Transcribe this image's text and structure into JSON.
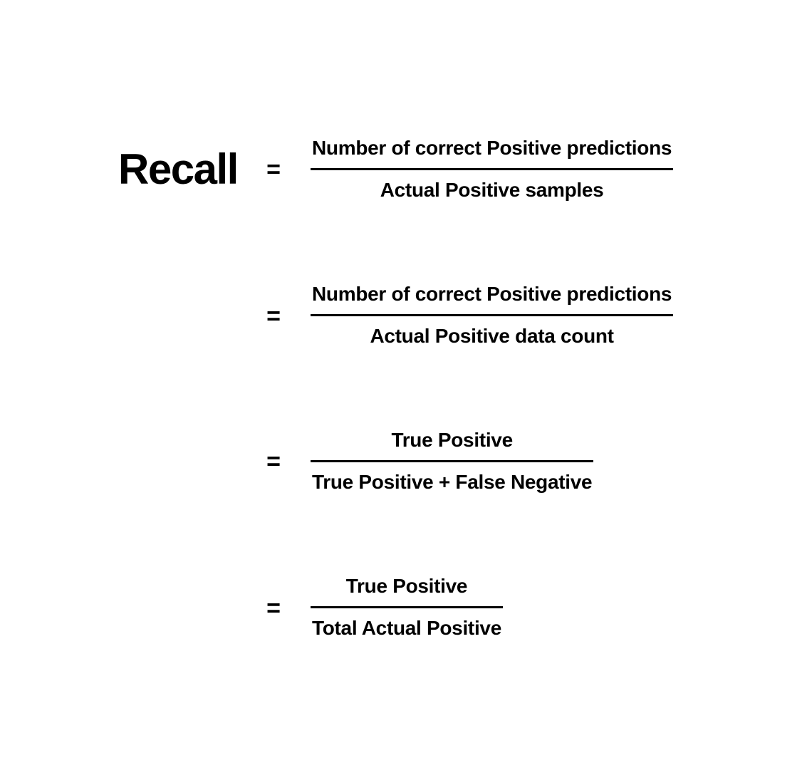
{
  "page": {
    "background_color": "#ffffff",
    "text_color": "#000000"
  },
  "formula": {
    "title": "Recall",
    "equals_sign": "=",
    "steps": [
      {
        "numerator": "Number of correct Positive predictions",
        "denominator": "Actual Positive samples"
      },
      {
        "numerator": "Number of correct Positive predictions",
        "denominator": "Actual Positive data count"
      },
      {
        "numerator": "True Positive",
        "denominator": "True Positive + False Negative"
      },
      {
        "numerator": "True Positive",
        "denominator": "Total Actual Positive"
      }
    ]
  }
}
